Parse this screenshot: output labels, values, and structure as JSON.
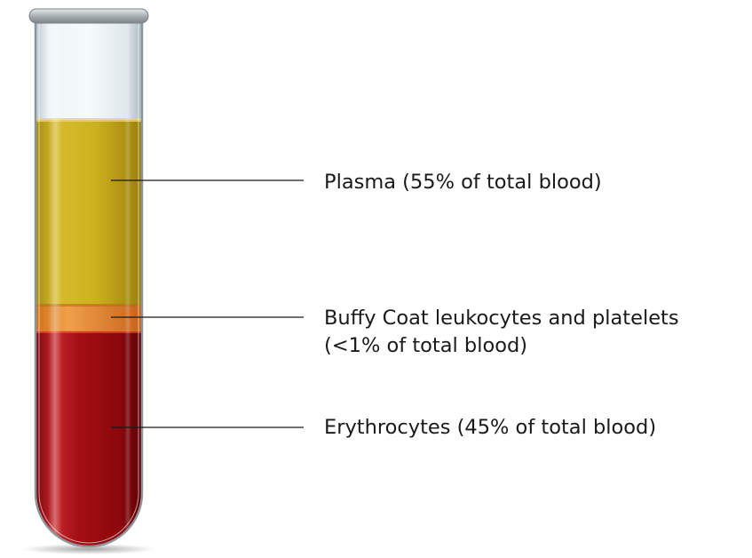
{
  "layers": [
    {
      "id": "plasma",
      "label": "Plasma (55% of total blood)",
      "fraction_of_total_blood": "55%",
      "color": "#c9a81a"
    },
    {
      "id": "buffy-coat",
      "label_line1": "Buffy Coat leukocytes and platelets",
      "label_line2": "(<1% of total blood)",
      "fraction_of_total_blood": "<1%",
      "color": "#e8892a"
    },
    {
      "id": "erythrocytes",
      "label": "Erythrocytes (45% of total blood)",
      "fraction_of_total_blood": "45%",
      "color": "#9e0b10"
    }
  ],
  "colors": {
    "leader_line": "#1a1a1a",
    "label_text": "#1a1a1a",
    "glass_rim": "#9a9a9a",
    "empty_tube": "#dde8ee"
  }
}
